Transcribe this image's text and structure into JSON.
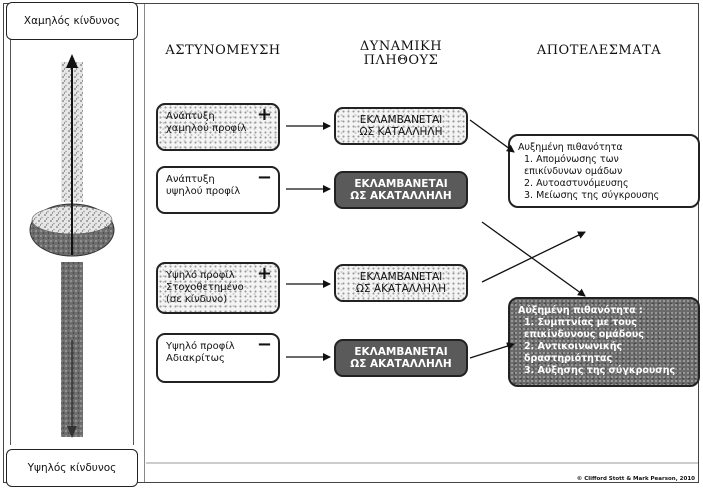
{
  "risk_axis": {
    "top_label": "Χαμηλός κίνδυνος",
    "bottom_label": "Υψηλός κίνδυνος"
  },
  "columns": {
    "policing": "ΑΣΤΥΝΟΜΕΥΣΗ",
    "crowd_dynamics_line1": "ΔΥΝΑΜΙΚΗ",
    "crowd_dynamics_line2": "ΠΛΗΘΟΥΣ",
    "outcomes": "ΑΠΟΤΕΛΕΣΜΑΤΑ"
  },
  "policing_rows": [
    {
      "line1": "Ανάπτυξη",
      "line2": "χαμηλού προφίλ",
      "line3": "",
      "sign": "+"
    },
    {
      "line1": "Ανάπτυξη",
      "line2": "υψηλού προφίλ",
      "line3": "",
      "sign": "−"
    },
    {
      "line1": "Υψηλό προφίλ",
      "line2": "Στοχοθετημένο",
      "line3": "(σε κίνδυνο)",
      "sign": "+"
    },
    {
      "line1": "Υψηλό προφίλ",
      "line2": "Αδιακρίτως",
      "line3": "",
      "sign": "−"
    }
  ],
  "crowd_rows": [
    {
      "line1": "ΕΚΛΑΜΒΑΝΕΤΑΙ",
      "line2": "ΩΣ ΚΑΤΑΛΛΗΛΗ"
    },
    {
      "line1": "ΕΚΛΑΜΒΑΝΕΤΑΙ",
      "line2": "ΩΣ ΑΚΑΤΑΛΛΗΛΗ"
    },
    {
      "line1": "ΕΚΛΑΜΒΑΝΕΤΑΙ",
      "line2": "ΩΣ ΑΚΑΤΑΛΛΗΛΗ"
    },
    {
      "line1": "ΕΚΛΑΜΒΑΝΕΤΑΙ",
      "line2": "ΩΣ ΑΚΑΤΑΛΛΗΛΗ"
    }
  ],
  "outcome_positive": {
    "heading": "Αυξημένη πιθανότητα",
    "item1a": "1. Απομόνωσης των",
    "item1b": "επικίνδυνων ομάδων",
    "item2": "2. Αυτοαστυνόμευσης",
    "item3": "3. Μείωσης της σύγκρουσης"
  },
  "outcome_negative": {
    "heading": "Αύξημένη πιθανότητα :",
    "item1a": "1. Συμπτνίας με τους",
    "item1b": "επικίνδυνους ομάδους",
    "item2a": "2. Αντικοινωνικής",
    "item2b": "δραστηριότητας",
    "item3": "3. Αύξησης της σύγκρουσης"
  },
  "copyright": "© Clifford Stott & Mark Pearson, 2010"
}
